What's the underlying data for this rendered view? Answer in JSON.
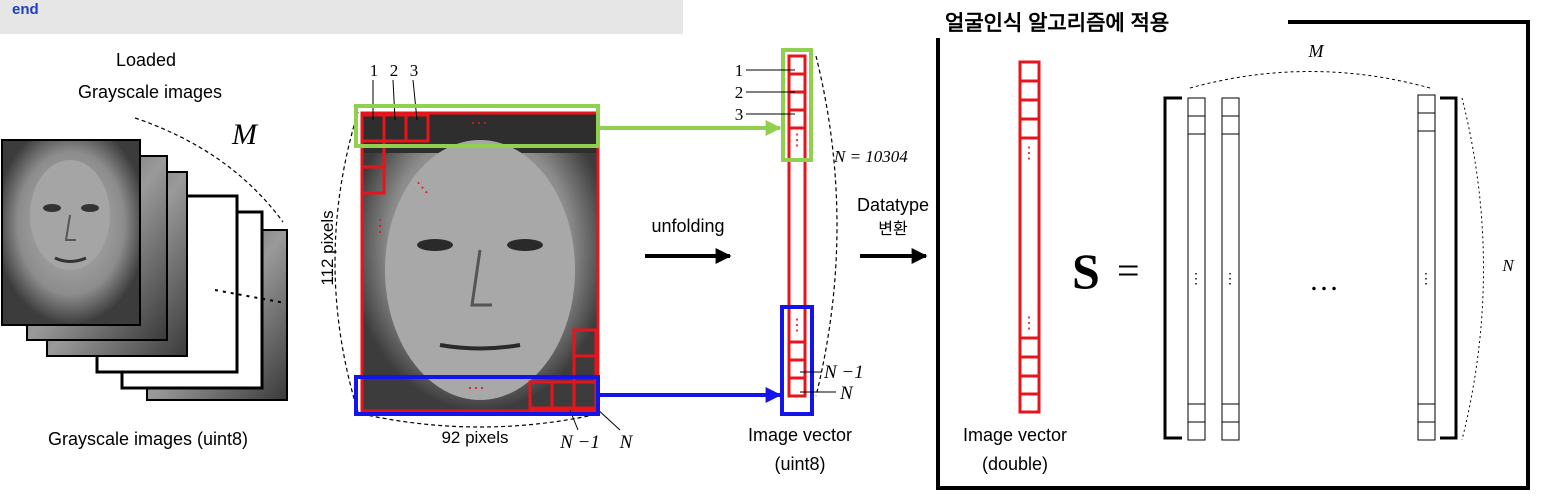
{
  "code": {
    "end_keyword": "end"
  },
  "left": {
    "loaded_label_line1": "Loaded",
    "loaded_label_line2": "Grayscale images",
    "count_symbol": "M",
    "caption": "Grayscale images (uint8)"
  },
  "grid": {
    "col_labels": [
      "1",
      "2",
      "3"
    ],
    "height_label": "112 pixels",
    "width_label": "92 pixels",
    "corner_label_n1": "N −1",
    "corner_label_n": "N"
  },
  "vector_uint8": {
    "index_labels": [
      "1",
      "2",
      "3"
    ],
    "size_label": "N = 10304",
    "end_labels": [
      "N −1",
      "N"
    ],
    "caption_line1": "Image vector",
    "caption_line2": "(uint8)"
  },
  "arrows": {
    "unfolding_label": "unfolding",
    "datatype_line1": "Datatype",
    "datatype_line2": "변환"
  },
  "panel": {
    "title": "얼굴인식 알고리즘에 적용",
    "m_label": "M",
    "n_label": "N",
    "matrix_symbol": "S",
    "equals": "=",
    "ellipsis": "…",
    "vdots": "⋮",
    "double_caption_line1": "Image vector",
    "double_caption_line2": "(double)"
  },
  "colors": {
    "red": "#e8141c",
    "green": "#8fd14f",
    "blue": "#1414e8",
    "code_blue": "#1f3fbf"
  }
}
